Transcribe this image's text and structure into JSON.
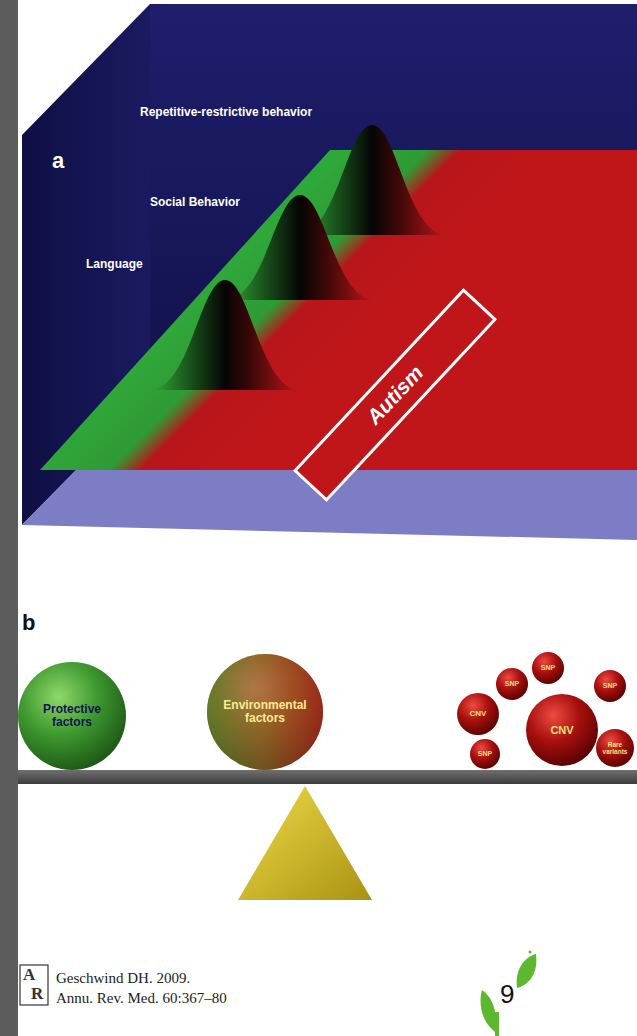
{
  "diagram": {
    "nodes": [
      {
        "text": [
          "Autism"
        ]
      },
      {
        "text": [
          "Protective factors"
        ]
      },
      {
        "text": [
          "Environmental factors"
        ]
      },
      {
        "text": [
          "SNP"
        ]
      },
      {
        "text": [
          "SNP"
        ]
      },
      {
        "text": [
          "SNP"
        ]
      },
      {
        "text": [
          "CNV"
        ]
      },
      {
        "text": [
          "CNV"
        ]
      },
      {
        "text": [
          "Rare variants"
        ]
      },
      {
        "text": [
          "SNP"
        ]
      }
    ],
    "labels": [
      "a",
      "Repetitive-restrictive behavior",
      "Social Behavior",
      "Language",
      "b",
      "A",
      "R",
      "Geschwind DH. 2009.",
      "Annu. Rev. Med. 60:367–80",
      "9"
    ]
  }
}
